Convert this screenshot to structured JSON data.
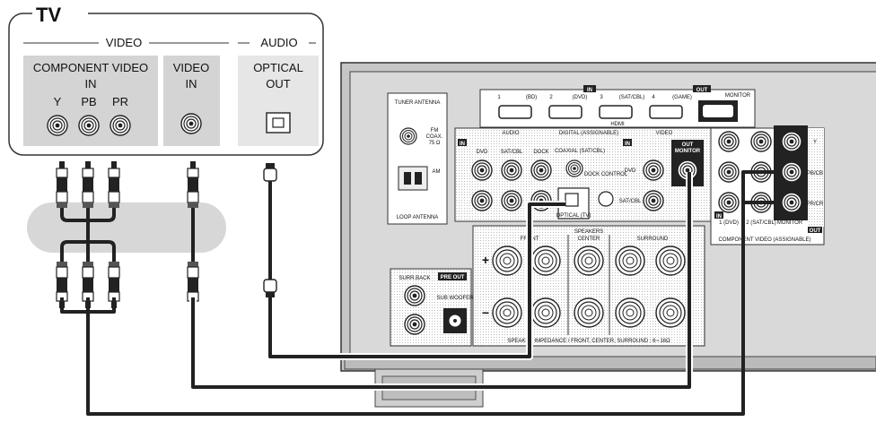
{
  "tv": {
    "title": "TV",
    "video_group": "VIDEO",
    "audio_group": "AUDIO",
    "component_label_line1": "COMPONENT VIDEO",
    "component_label_line2": "IN",
    "y_label": "Y",
    "pb_label": "PB",
    "pr_label": "PR",
    "video_in_line1": "VIDEO",
    "video_in_line2": "IN",
    "optical_line1": "OPTICAL",
    "optical_line2": "OUT"
  },
  "receiver": {
    "tuner_antenna": "TUNER ANTENNA",
    "fm": "FM",
    "coax": "COAX.",
    "ohm75": "75 Ω",
    "am": "AM",
    "loop_antenna": "LOOP ANTENNA",
    "hdmi_in": "IN",
    "hdmi_out": "OUT",
    "hdmi_ports": [
      "1",
      "(BD)",
      "2",
      "(DVD)",
      "3",
      "(SAT/CBL)",
      "4",
      "(GAME)"
    ],
    "hdmi_monitor": "MONITOR",
    "hdmi_label": "HDMI",
    "audio_header": "AUDIO",
    "audio_in": "IN",
    "audio_cols": [
      "DVD",
      "SAT/CBL",
      "DOCK"
    ],
    "digital_header": "DIGITAL (ASSIGNABLE)",
    "coaxial": "COAXIAL (SAT/CBL)",
    "dock_control": "DOCK CONTROL",
    "optical_tv": "OPTICAL (TV)",
    "video_header": "VIDEO",
    "video_out": "OUT",
    "video_monitor": "MONITOR",
    "video_in": "IN",
    "video_dvd": "DVD",
    "video_satcbl": "SAT/CBL",
    "component_header": "COMPONENT VIDEO (ASSIGNABLE)",
    "comp_in": "IN",
    "comp_out": "OUT",
    "comp_cols": [
      "1 (DVD)",
      "2 (SAT/CBL)",
      "MONITOR"
    ],
    "comp_y": "Y",
    "comp_pb": "PB/CB",
    "comp_pr": "PR/CR",
    "speakers": "SPEAKERS",
    "front": "FRONT",
    "center": "CENTER",
    "surround": "SURROUND",
    "surround_back": "SURR.BACK",
    "pre_out": "PRE OUT",
    "subwoofer": "SUB WOOFER",
    "impedance": "SPEAKER IMPEDANCE / FRONT, CENTER, SURROUND : 6∼16Ω"
  }
}
